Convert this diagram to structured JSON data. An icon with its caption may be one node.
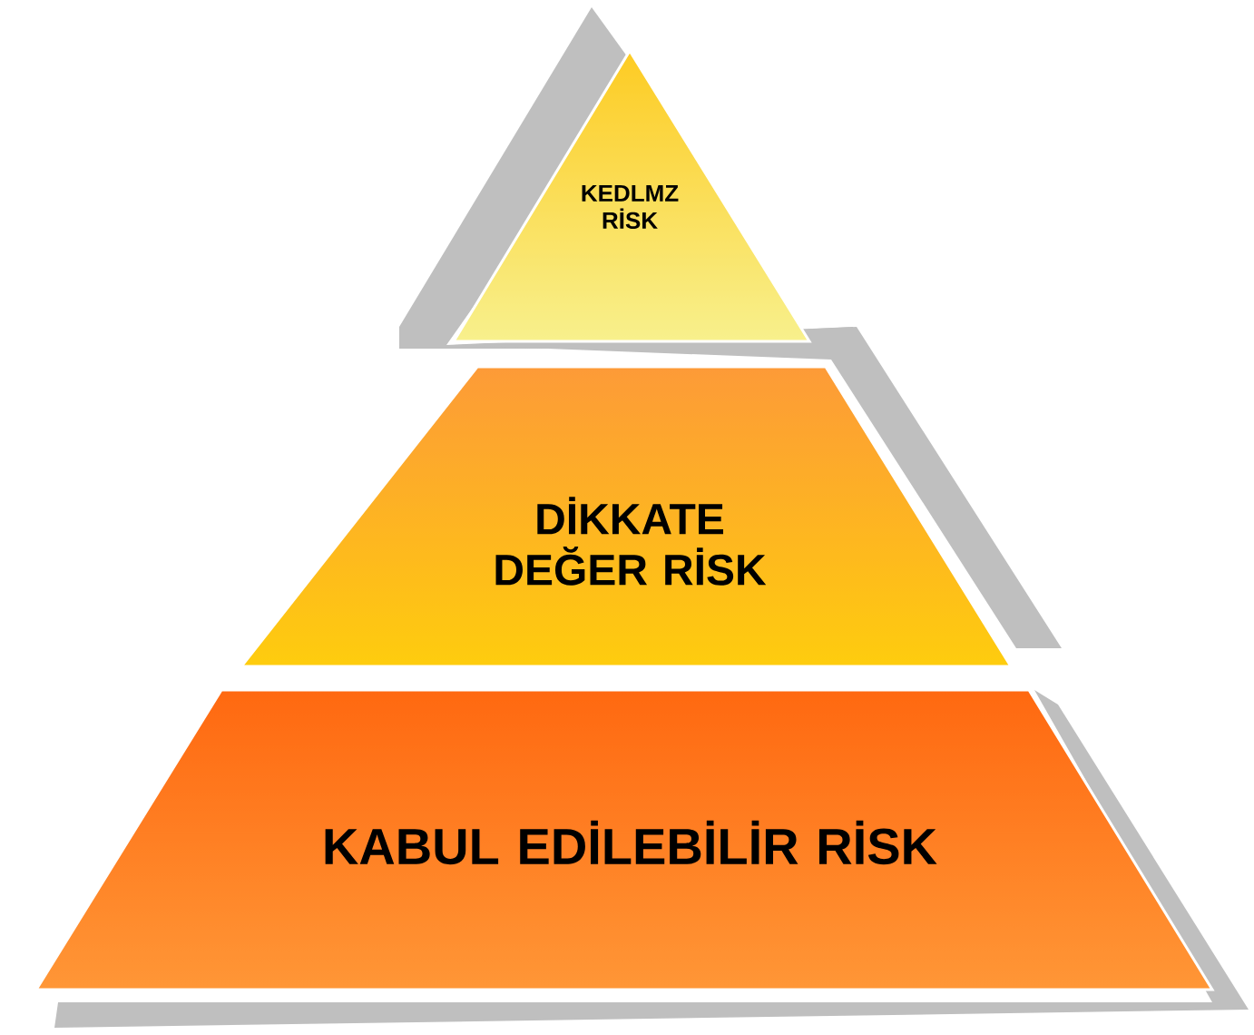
{
  "diagram": {
    "nodes": [
      {
        "text": [
          "KEDLMZ RİSK"
        ]
      },
      {
        "text": [
          "DİKKATE DEĞER RİSK"
        ]
      },
      {
        "text": [
          "KABUL EDİLEBİLİR RİSK"
        ]
      }
    ]
  }
}
